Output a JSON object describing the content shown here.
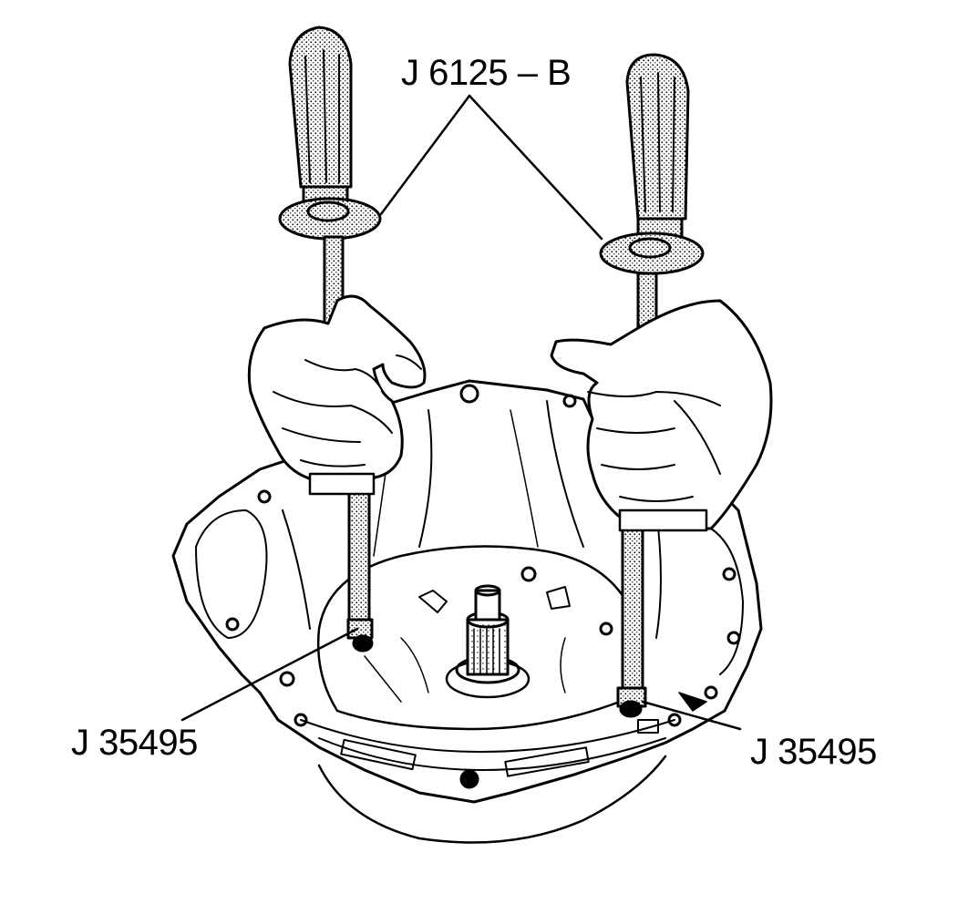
{
  "labels": {
    "slide_hammer": "J 6125 – B",
    "remover_left": "J 35495",
    "remover_right": "J 35495"
  },
  "colors": {
    "ink": "#000000",
    "paper": "#ffffff",
    "stipple": "#9a9a9a"
  }
}
